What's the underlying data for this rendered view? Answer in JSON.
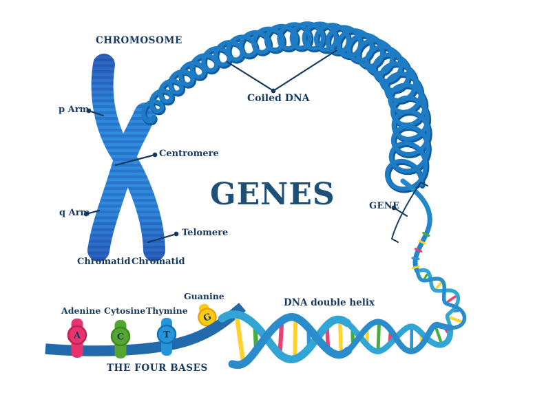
{
  "title": "GENES",
  "labels": {
    "chromosome": "CHROMOSOME",
    "p_arm": "p Arm",
    "q_arm": "q Arm",
    "centromere": "Centromere",
    "telomere": "Telomere",
    "chromatid_left": "Chromatid",
    "chromatid_right": "Chromatid",
    "coiled_dna": "Coiled DNA",
    "gene": "GENE",
    "dna_double_helix": "DNA double helix",
    "four_bases": "THE FOUR BASES"
  },
  "bases": [
    {
      "name": "Adenine",
      "letter": "A",
      "color": "#e8336e",
      "dark": "#bf1e56"
    },
    {
      "name": "Cytosine",
      "letter": "C",
      "color": "#55a630",
      "dark": "#3c8a1e"
    },
    {
      "name": "Thymine",
      "letter": "T",
      "color": "#2694d8",
      "dark": "#1371b4"
    },
    {
      "name": "Guanine",
      "letter": "G",
      "color": "#fcca10",
      "dark": "#e3a70b"
    }
  ],
  "colors": {
    "background": "#ffffff",
    "label_text": "#16395e",
    "title_text": "#1d5078",
    "pointer_line": "#16395e",
    "chromosome_base": "#2f8cdd",
    "chromosome_tip": "#2b5ab8",
    "chromosome_stripe": "rgba(22,50,150,0.26)",
    "coil": "#1e7cc4",
    "coil_shadow": "#0f5ca3",
    "strand": "#2286c9",
    "band": "#226aab",
    "helix_strand_a": "#2a8ccb",
    "helix_strand_b": "#31a5d4",
    "rung_colors": [
      "#47ad3f",
      "#ffd22e",
      "#e84372",
      "#2f93d4",
      "#ffd22e",
      "#e84372",
      "#47ad3f",
      "#ffd22e",
      "#2f93d4",
      "#e84372",
      "#47ad3f",
      "#ffd22e"
    ]
  }
}
